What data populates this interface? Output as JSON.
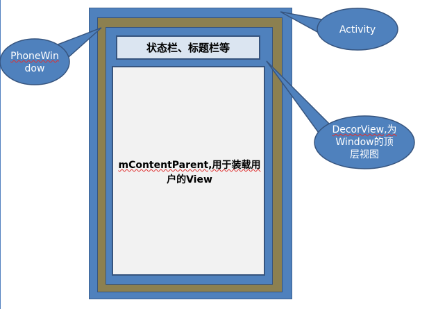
{
  "diagram": {
    "title_bar_label": "状态栏、标题栏等",
    "content_label_line1": "mContentParent,用于装载用",
    "content_label_line2": "户的View",
    "callouts": {
      "activity": "Activity",
      "phone_window_line1": "PhoneWin",
      "phone_window_line2": "dow",
      "decor_view_line1": "DecorView,为",
      "decor_view_line2": "Window的顶",
      "decor_view_line3": "层视图"
    },
    "colors": {
      "activity_fill": "#4f81bd",
      "phone_window_fill": "#8c8050",
      "decor_view_fill": "#4f81bd",
      "title_bar_fill": "#dbe5f1",
      "content_fill": "#f2f2f2",
      "callout_fill": "#4f81bd",
      "callout_stroke": "#36547e"
    }
  }
}
